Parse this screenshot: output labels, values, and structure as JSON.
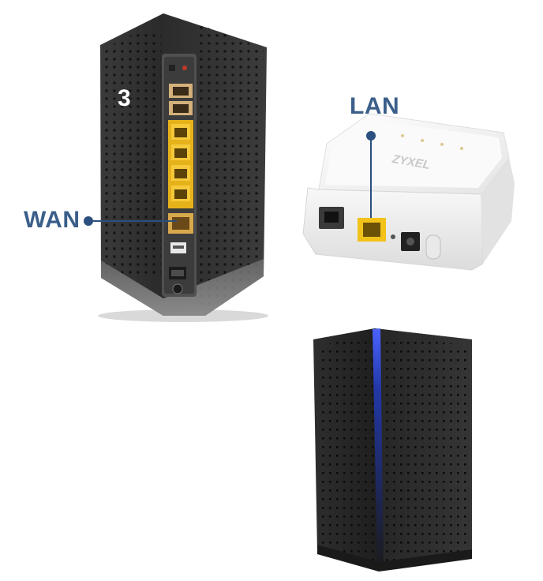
{
  "labels": {
    "wan": "WAN",
    "lan": "LAN",
    "step_number": "3"
  },
  "devices": {
    "router": {
      "name": "router-back-view"
    },
    "onu": {
      "name": "zyxel-onu",
      "brand_logo": "ZYXEL"
    },
    "extender": {
      "name": "tower-device"
    }
  },
  "colors": {
    "label": "#3b5f8a",
    "pointer": "#2b4f7e",
    "lan_port": "#f2c21a",
    "wan_port": "#d8a84c",
    "device_dark": "#2a2a2a",
    "device_white": "#f4f4f4",
    "accent_blue": "#2e49c8"
  }
}
